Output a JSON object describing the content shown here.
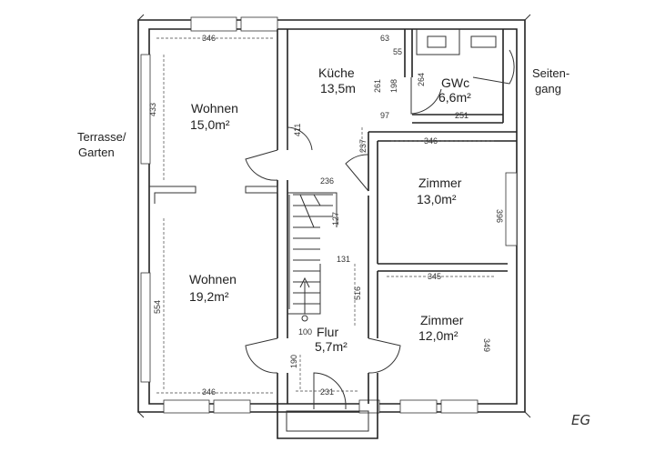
{
  "rooms": {
    "wohnen_top": {
      "name": "Wohnen",
      "area": "15,0m²"
    },
    "wohnen_bottom": {
      "name": "Wohnen",
      "area": "19,2m²"
    },
    "kueche": {
      "name": "Küche",
      "area": "13,5m"
    },
    "gwc": {
      "name": "GWc",
      "area": "6,6m²"
    },
    "zimmer_top": {
      "name": "Zimmer",
      "area": "13,0m²"
    },
    "zimmer_bottom": {
      "name": "Zimmer",
      "area": "12,0m²"
    },
    "flur": {
      "name": "Flur",
      "area": "5,7m²"
    }
  },
  "labels": {
    "terrasse_line1": "Terrasse/",
    "terrasse_line2": "Garten",
    "seitengang_line1": "Seiten-",
    "seitengang_line2": "gang",
    "floor": "EG"
  },
  "dimensions": {
    "d346_top": "346",
    "d433": "433",
    "d411": "411",
    "d261": "261",
    "d198": "198",
    "d264": "264",
    "d63": "63",
    "d55": "55",
    "d97": "97",
    "d251": "251",
    "d237": "237",
    "d346_zimmer": "346",
    "d236": "236",
    "d127": "127",
    "d396": "396",
    "d131": "131",
    "d516": "516",
    "d554": "554",
    "d345": "345",
    "d349": "349",
    "d100": "100",
    "d190": "190",
    "d346_bottom": "346",
    "d231": "231"
  }
}
